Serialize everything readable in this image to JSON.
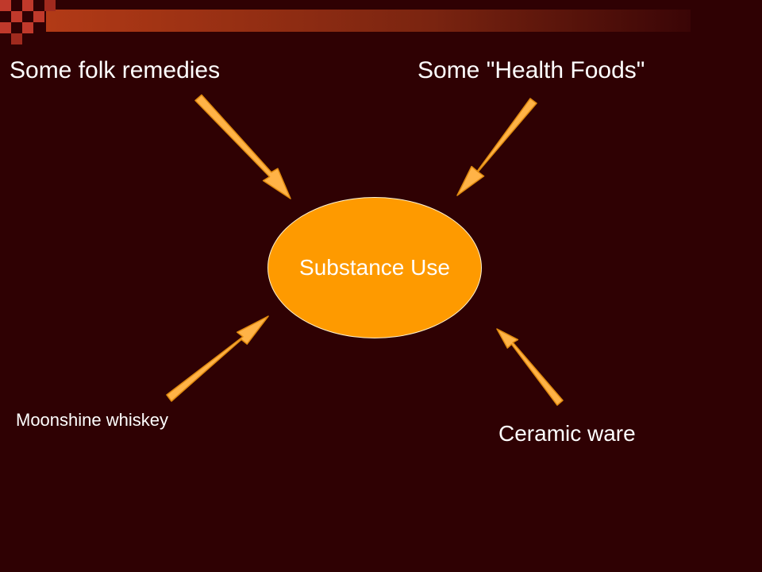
{
  "diagram": {
    "center": {
      "label": "Substance Use"
    },
    "sources": [
      {
        "label": "Some folk remedies"
      },
      {
        "label": "Some \"Health Foods\""
      },
      {
        "label": "Moonshine whiskey"
      },
      {
        "label": "Ceramic ware"
      }
    ]
  },
  "colors": {
    "background": "#2f0103",
    "node_fill": "#fe9a00",
    "arrow_fill": "#ffb347",
    "arrow_stroke": "#e08a10",
    "accent_red": "#c0392b",
    "title_bar": "#8b2a12"
  }
}
